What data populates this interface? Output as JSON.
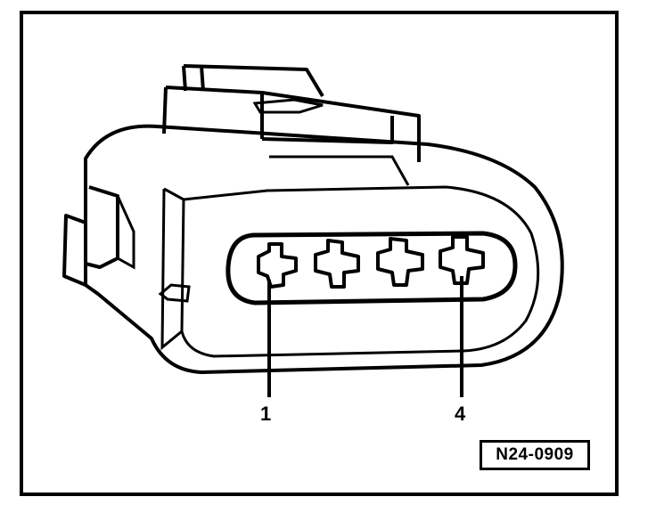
{
  "diagram": {
    "pin_labels": [
      "1",
      "4"
    ],
    "figure_code": "N24-0909",
    "pin_count": 4,
    "colors": {
      "line": "#000000",
      "background": "#ffffff"
    }
  }
}
